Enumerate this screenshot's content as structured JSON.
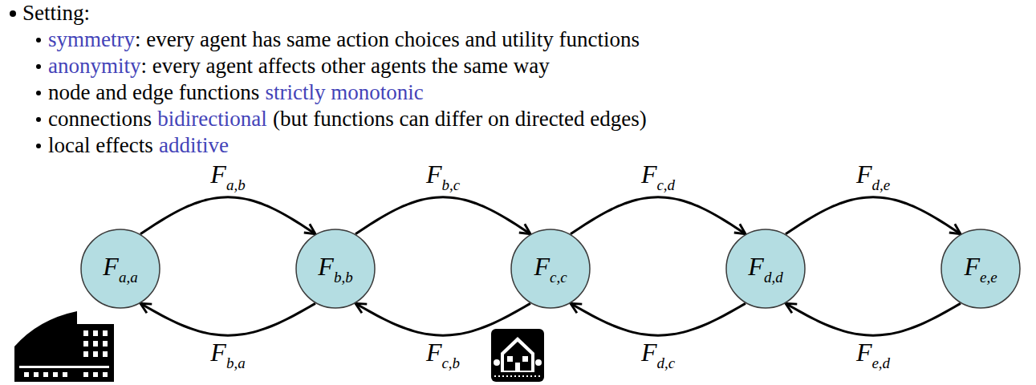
{
  "diagram": {
    "nodes": [
      {
        "text": [
          "Fa,a"
        ]
      },
      {
        "text": [
          "Fb,b"
        ]
      },
      {
        "text": [
          "Fc,c"
        ]
      },
      {
        "text": [
          "Fd,d"
        ]
      },
      {
        "text": [
          "Fe,e"
        ]
      }
    ],
    "edges": [
      {
        "from": 0,
        "to": 1,
        "label": "Fa,b",
        "arrow": "to"
      },
      {
        "from": 1,
        "to": 2,
        "label": "Fb,c",
        "arrow": "to"
      },
      {
        "from": 2,
        "to": 3,
        "label": "Fc,d",
        "arrow": "to"
      },
      {
        "from": 3,
        "to": 4,
        "label": "Fd,e",
        "arrow": "to"
      },
      {
        "from": 1,
        "to": 0,
        "label": "Fb,a",
        "arrow": "to"
      },
      {
        "from": 2,
        "to": 1,
        "label": "Fc,b",
        "arrow": "to"
      },
      {
        "from": 3,
        "to": 2,
        "label": "Fd,c",
        "arrow": "to"
      },
      {
        "from": 4,
        "to": 3,
        "label": "Fe,d",
        "arrow": "to"
      }
    ],
    "labels": [
      "Setting:",
      "symmetry",
      ": every agent has same action choices and utility functions",
      "anonymity",
      ": every agent affects other agents the same way",
      "node and edge functions",
      "strictly monotonic",
      "connections",
      "bidirectional",
      "(but functions can differ on directed edges)",
      "local effects",
      "additive"
    ]
  }
}
